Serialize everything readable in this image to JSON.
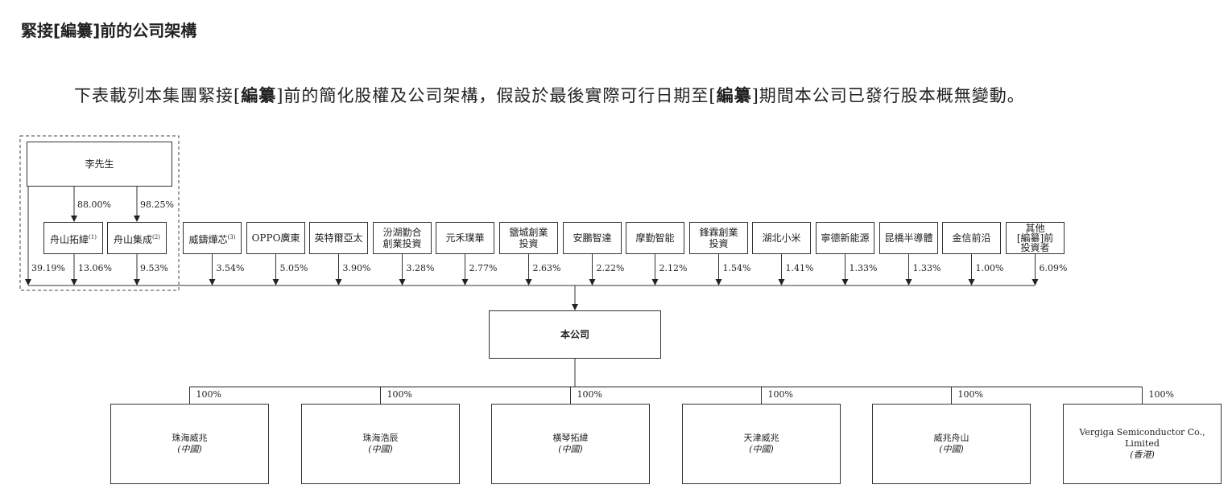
{
  "heading": "緊接[編纂]前的公司架構",
  "intro": {
    "part1": "下表載列本集團緊接[",
    "bold1": "編纂",
    "part2": "]前的簡化股權及公司架構，假設於最後實際可行日期至[",
    "bold2": "編纂",
    "part3": "]期間本公司已發行股本概無變動。"
  },
  "controller": {
    "name": "李先生",
    "direct_pct": "39.19%",
    "vehicles": [
      {
        "name": "舟山拓緯",
        "note": "(1)",
        "owned_by_controller": "88.00%",
        "stake": "13.06%"
      },
      {
        "name": "舟山集成",
        "note": "(2)",
        "owned_by_controller": "98.25%",
        "stake": "9.53%"
      }
    ]
  },
  "investors": [
    {
      "line1": "威鑄燁芯",
      "line2": "",
      "note": "(3)",
      "pct": "3.54%"
    },
    {
      "line1": "OPPO廣東",
      "line2": "",
      "note": "",
      "pct": "5.05%"
    },
    {
      "line1": "英特爾亞太",
      "line2": "",
      "note": "",
      "pct": "3.90%"
    },
    {
      "line1": "汾湖勤合",
      "line2": "創業投資",
      "note": "",
      "pct": "3.28%"
    },
    {
      "line1": "元禾璞華",
      "line2": "",
      "note": "",
      "pct": "2.77%"
    },
    {
      "line1": "鹽城創業",
      "line2": "投資",
      "note": "",
      "pct": "2.63%"
    },
    {
      "line1": "安鵬智達",
      "line2": "",
      "note": "",
      "pct": "2.22%"
    },
    {
      "line1": "摩勤智能",
      "line2": "",
      "note": "",
      "pct": "2.12%"
    },
    {
      "line1": "鋒霖創業",
      "line2": "投資",
      "note": "",
      "pct": "1.54%"
    },
    {
      "line1": "湖北小米",
      "line2": "",
      "note": "",
      "pct": "1.41%"
    },
    {
      "line1": "寧德新能源",
      "line2": "",
      "note": "",
      "pct": "1.33%"
    },
    {
      "line1": "昆橋半導體",
      "line2": "",
      "note": "",
      "pct": "1.33%"
    },
    {
      "line1": "金信前沿",
      "line2": "",
      "note": "",
      "pct": "1.00%"
    },
    {
      "line1": "其他",
      "line2": "[編纂]前",
      "line3": "投資者",
      "note": "",
      "pct": "6.09%"
    }
  ],
  "company": "本公司",
  "subsidiaries": [
    {
      "name": "珠海威兆",
      "place": "(中國)",
      "pct": "100%"
    },
    {
      "name": "珠海浩辰",
      "place": "(中國)",
      "pct": "100%"
    },
    {
      "name": "橫琴拓緯",
      "place": "(中國)",
      "pct": "100%"
    },
    {
      "name": "天津威兆",
      "place": "(中國)",
      "pct": "100%"
    },
    {
      "name": "威兆舟山",
      "place": "(中國)",
      "pct": "100%"
    },
    {
      "name": "Vergiga Semiconductor Co., Limited",
      "place": "(香港)",
      "pct": "100%"
    }
  ]
}
